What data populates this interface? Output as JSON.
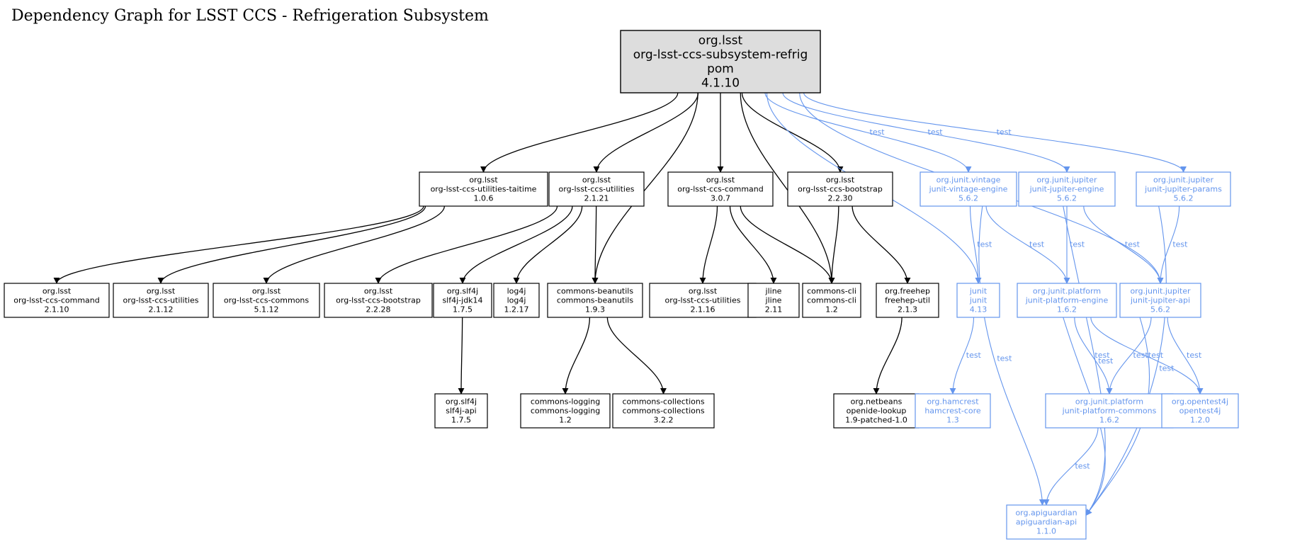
{
  "title": "Dependency Graph for LSST CCS - Refrigeration Subsystem",
  "colors": {
    "compile": "#000000",
    "test": "#6495ED",
    "root_fill": "#DDDDDD"
  },
  "nodes": [
    {
      "id": "root",
      "lines": [
        "org.lsst",
        "org-lsst-ccs-subsystem-refrig",
        "pom",
        "4.1.10"
      ],
      "kind": "root"
    },
    {
      "id": "taitime",
      "lines": [
        "org.lsst",
        "org-lsst-ccs-utilities-taitime",
        "1.0.6"
      ],
      "kind": "compile"
    },
    {
      "id": "util2121",
      "lines": [
        "org.lsst",
        "org-lsst-ccs-utilities",
        "2.1.21"
      ],
      "kind": "compile"
    },
    {
      "id": "cmd307",
      "lines": [
        "org.lsst",
        "org-lsst-ccs-command",
        "3.0.7"
      ],
      "kind": "compile"
    },
    {
      "id": "boot2230",
      "lines": [
        "org.lsst",
        "org-lsst-ccs-bootstrap",
        "2.2.30"
      ],
      "kind": "compile"
    },
    {
      "id": "vintage",
      "lines": [
        "org.junit.vintage",
        "junit-vintage-engine",
        "5.6.2"
      ],
      "kind": "test"
    },
    {
      "id": "jupengine",
      "lines": [
        "org.junit.jupiter",
        "junit-jupiter-engine",
        "5.6.2"
      ],
      "kind": "test"
    },
    {
      "id": "jupparams",
      "lines": [
        "org.junit.jupiter",
        "junit-jupiter-params",
        "5.6.2"
      ],
      "kind": "test"
    },
    {
      "id": "cmd2110",
      "lines": [
        "org.lsst",
        "org-lsst-ccs-command",
        "2.1.10"
      ],
      "kind": "compile"
    },
    {
      "id": "util2112",
      "lines": [
        "org.lsst",
        "org-lsst-ccs-utilities",
        "2.1.12"
      ],
      "kind": "compile"
    },
    {
      "id": "commons5112",
      "lines": [
        "org.lsst",
        "org-lsst-ccs-commons",
        "5.1.12"
      ],
      "kind": "compile"
    },
    {
      "id": "boot2228",
      "lines": [
        "org.lsst",
        "org-lsst-ccs-bootstrap",
        "2.2.28"
      ],
      "kind": "compile"
    },
    {
      "id": "slf4jjdk",
      "lines": [
        "org.slf4j",
        "slf4j-jdk14",
        "1.7.5"
      ],
      "kind": "compile"
    },
    {
      "id": "log4j",
      "lines": [
        "log4j",
        "log4j",
        "1.2.17"
      ],
      "kind": "compile"
    },
    {
      "id": "beanutils",
      "lines": [
        "commons-beanutils",
        "commons-beanutils",
        "1.9.3"
      ],
      "kind": "compile"
    },
    {
      "id": "util2116",
      "lines": [
        "org.lsst",
        "org-lsst-ccs-utilities",
        "2.1.16"
      ],
      "kind": "compile"
    },
    {
      "id": "jline",
      "lines": [
        "jline",
        "jline",
        "2.11"
      ],
      "kind": "compile"
    },
    {
      "id": "cli",
      "lines": [
        "commons-cli",
        "commons-cli",
        "1.2"
      ],
      "kind": "compile"
    },
    {
      "id": "freehep",
      "lines": [
        "org.freehep",
        "freehep-util",
        "2.1.3"
      ],
      "kind": "compile"
    },
    {
      "id": "junit",
      "lines": [
        "junit",
        "junit",
        "4.13"
      ],
      "kind": "test"
    },
    {
      "id": "platengine",
      "lines": [
        "org.junit.platform",
        "junit-platform-engine",
        "1.6.2"
      ],
      "kind": "test"
    },
    {
      "id": "jupapi",
      "lines": [
        "org.junit.jupiter",
        "junit-jupiter-api",
        "5.6.2"
      ],
      "kind": "test"
    },
    {
      "id": "slf4japi",
      "lines": [
        "org.slf4j",
        "slf4j-api",
        "1.7.5"
      ],
      "kind": "compile"
    },
    {
      "id": "logging",
      "lines": [
        "commons-logging",
        "commons-logging",
        "1.2"
      ],
      "kind": "compile"
    },
    {
      "id": "collections",
      "lines": [
        "commons-collections",
        "commons-collections",
        "3.2.2"
      ],
      "kind": "compile"
    },
    {
      "id": "openide",
      "lines": [
        "org.netbeans",
        "openide-lookup",
        "1.9-patched-1.0"
      ],
      "kind": "compile"
    },
    {
      "id": "hamcrest",
      "lines": [
        "org.hamcrest",
        "hamcrest-core",
        "1.3"
      ],
      "kind": "test"
    },
    {
      "id": "platcommons",
      "lines": [
        "org.junit.platform",
        "junit-platform-commons",
        "1.6.2"
      ],
      "kind": "test"
    },
    {
      "id": "opentest4j",
      "lines": [
        "org.opentest4j",
        "opentest4j",
        "1.2.0"
      ],
      "kind": "test"
    },
    {
      "id": "apiguardian",
      "lines": [
        "org.apiguardian",
        "apiguardian-api",
        "1.1.0"
      ],
      "kind": "test"
    }
  ],
  "edges": [
    {
      "from": "root",
      "to": "taitime",
      "label": ""
    },
    {
      "from": "root",
      "to": "util2121",
      "label": ""
    },
    {
      "from": "root",
      "to": "beanutils",
      "label": ""
    },
    {
      "from": "root",
      "to": "cmd307",
      "label": ""
    },
    {
      "from": "root",
      "to": "cli",
      "label": ""
    },
    {
      "from": "root",
      "to": "boot2230",
      "label": ""
    },
    {
      "from": "root",
      "to": "junit",
      "label": "test"
    },
    {
      "from": "root",
      "to": "vintage",
      "label": "test"
    },
    {
      "from": "root",
      "to": "jupengine",
      "label": "test"
    },
    {
      "from": "root",
      "to": "jupapi",
      "label": "test"
    },
    {
      "from": "root",
      "to": "jupparams",
      "label": "test"
    },
    {
      "from": "taitime",
      "to": "cmd2110",
      "label": ""
    },
    {
      "from": "taitime",
      "to": "util2112",
      "label": ""
    },
    {
      "from": "taitime",
      "to": "commons5112",
      "label": ""
    },
    {
      "from": "util2121",
      "to": "boot2228",
      "label": ""
    },
    {
      "from": "util2121",
      "to": "slf4jjdk",
      "label": ""
    },
    {
      "from": "util2121",
      "to": "log4j",
      "label": ""
    },
    {
      "from": "util2121",
      "to": "beanutils",
      "label": ""
    },
    {
      "from": "cmd307",
      "to": "util2116",
      "label": ""
    },
    {
      "from": "cmd307",
      "to": "jline",
      "label": ""
    },
    {
      "from": "cmd307",
      "to": "cli",
      "label": ""
    },
    {
      "from": "boot2230",
      "to": "cli",
      "label": ""
    },
    {
      "from": "boot2230",
      "to": "freehep",
      "label": ""
    },
    {
      "from": "slf4jjdk",
      "to": "slf4japi",
      "label": ""
    },
    {
      "from": "beanutils",
      "to": "logging",
      "label": ""
    },
    {
      "from": "beanutils",
      "to": "collections",
      "label": ""
    },
    {
      "from": "freehep",
      "to": "openide",
      "label": ""
    },
    {
      "from": "vintage",
      "to": "junit",
      "label": "test"
    },
    {
      "from": "vintage",
      "to": "platengine",
      "label": "test"
    },
    {
      "from": "vintage",
      "to": "apiguardian",
      "label": "test"
    },
    {
      "from": "jupengine",
      "to": "platengine",
      "label": "test"
    },
    {
      "from": "jupengine",
      "to": "jupapi",
      "label": "test"
    },
    {
      "from": "jupengine",
      "to": "apiguardian",
      "label": "test"
    },
    {
      "from": "jupparams",
      "to": "jupapi",
      "label": "test"
    },
    {
      "from": "jupparams",
      "to": "apiguardian",
      "label": "test"
    },
    {
      "from": "junit",
      "to": "hamcrest",
      "label": "test"
    },
    {
      "from": "platengine",
      "to": "platcommons",
      "label": "test"
    },
    {
      "from": "platengine",
      "to": "opentest4j",
      "label": "test"
    },
    {
      "from": "platengine",
      "to": "apiguardian",
      "label": "test"
    },
    {
      "from": "jupapi",
      "to": "platcommons",
      "label": "test"
    },
    {
      "from": "jupapi",
      "to": "opentest4j",
      "label": "test"
    },
    {
      "from": "jupapi",
      "to": "apiguardian",
      "label": "test"
    },
    {
      "from": "platcommons",
      "to": "apiguardian",
      "label": "test"
    }
  ]
}
